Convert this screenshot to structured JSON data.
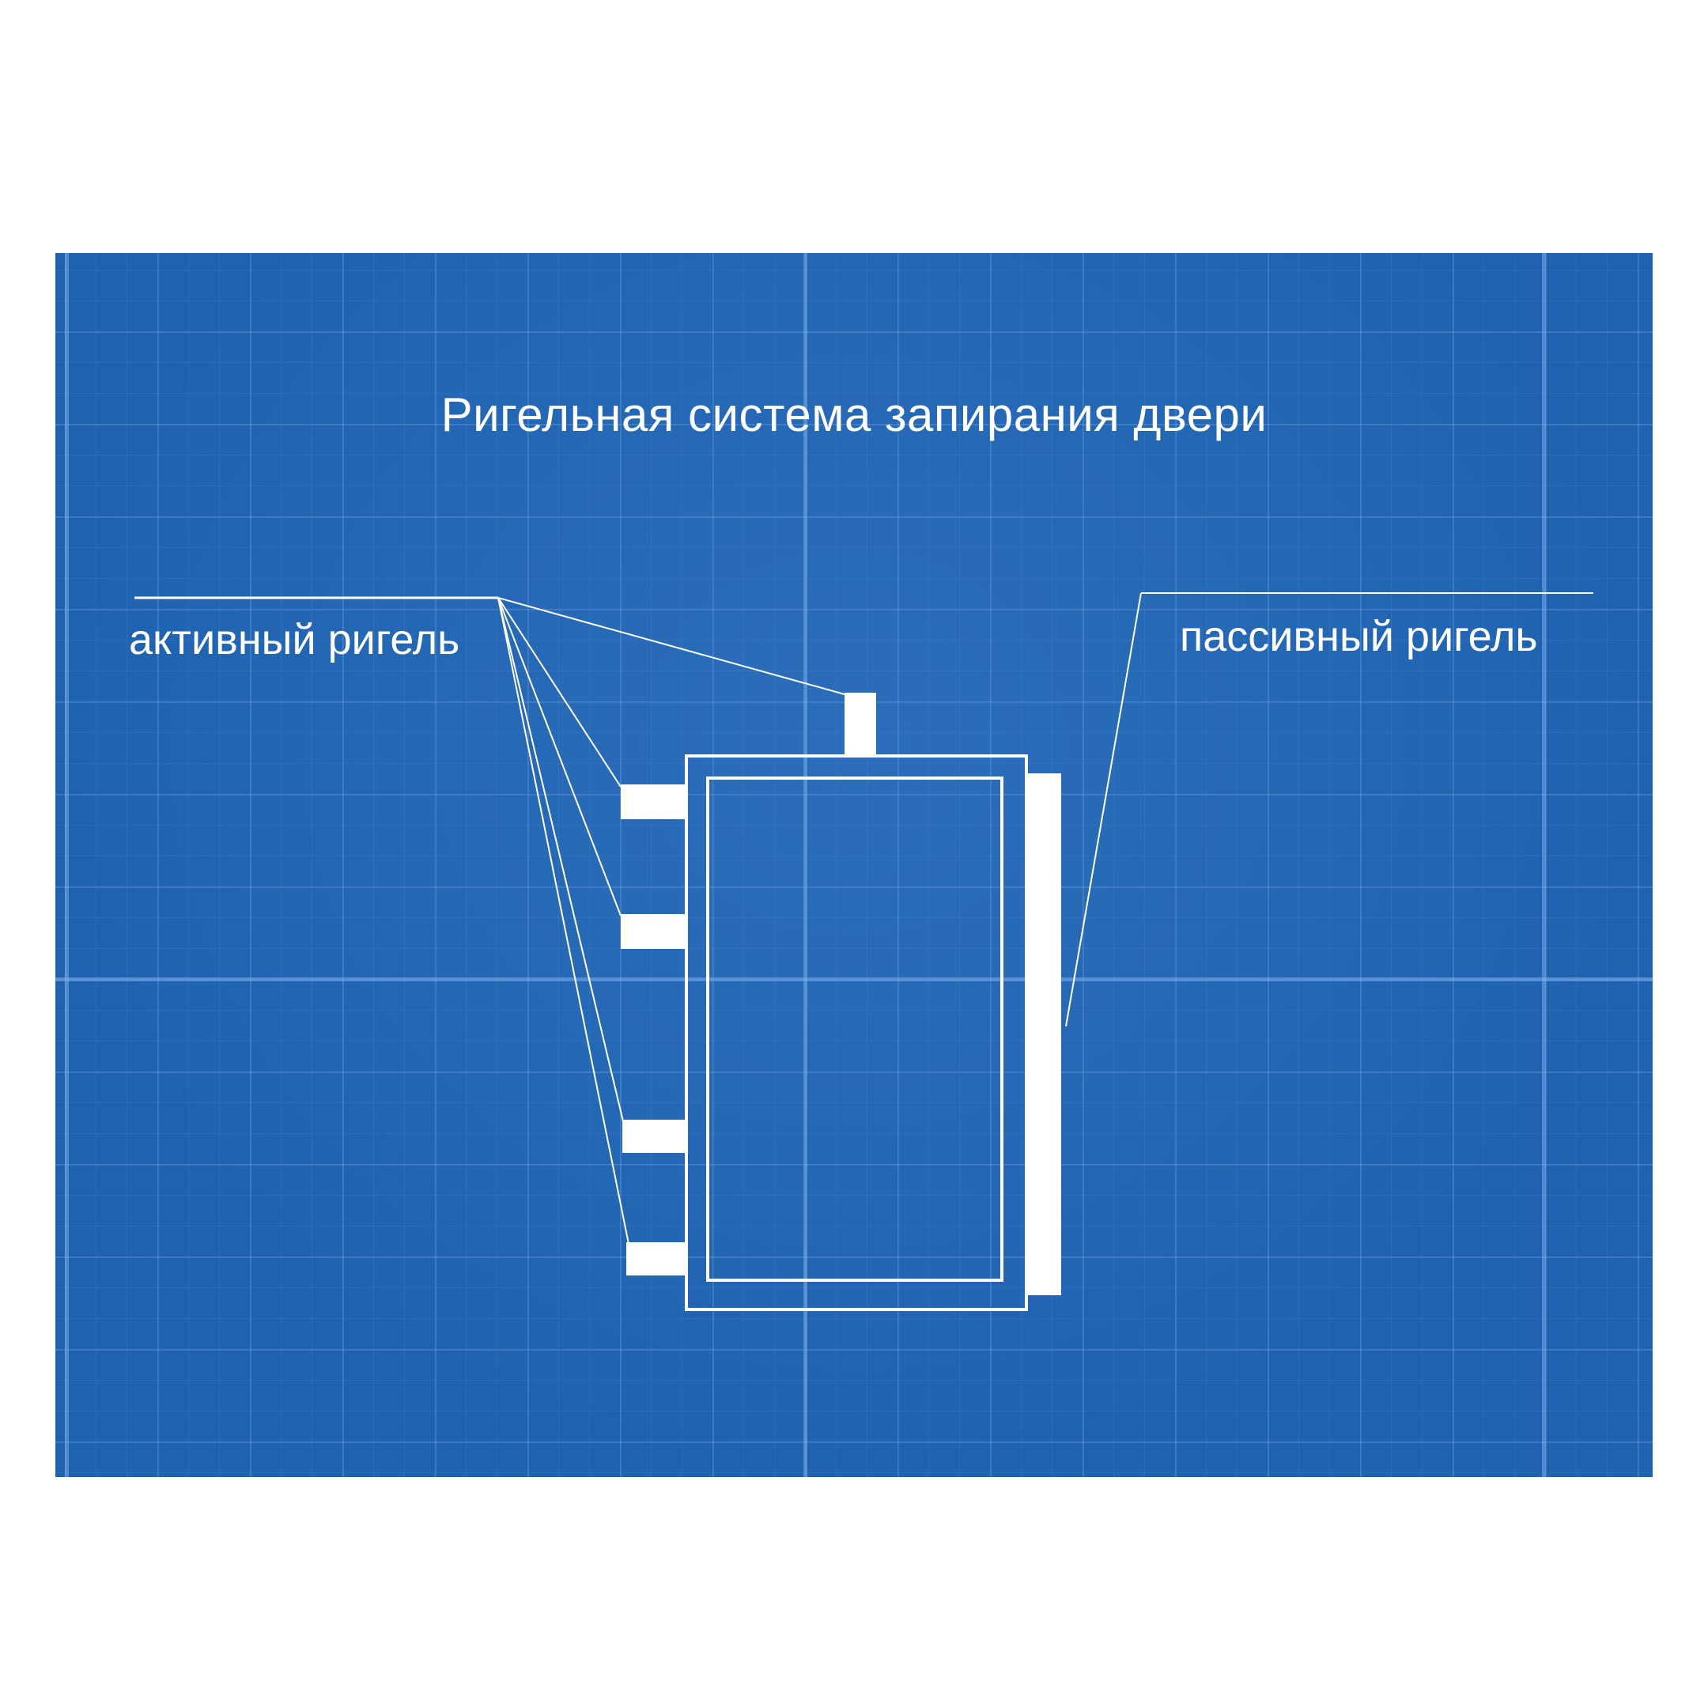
{
  "diagram": {
    "title": "Ригельная система запирания двери",
    "labels": {
      "active_bolt": "активный ригель",
      "passive_bolt": "пассивный ригель"
    },
    "colors": {
      "background": "#1f63b0",
      "grid": "#8cb9f0",
      "foreground": "#ffffff"
    }
  }
}
